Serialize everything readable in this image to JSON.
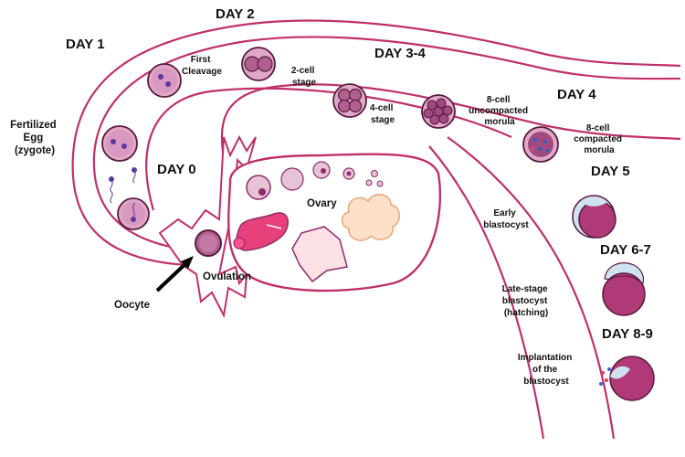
{
  "days": {
    "d0": "DAY 0",
    "d1": "DAY 1",
    "d2": "DAY 2",
    "d34": "DAY 3-4",
    "d4": "DAY 4",
    "d5": "DAY 5",
    "d67": "DAY 6-7",
    "d89": "DAY 8-9"
  },
  "labels": {
    "fertilized": [
      "Fertilized",
      "Egg",
      "(zygote)"
    ],
    "first_cleavage": [
      "First",
      "Cleavage"
    ],
    "two_cell": [
      "2-cell",
      "stage"
    ],
    "four_cell": [
      "4-cell",
      "stage"
    ],
    "eight_cell_uncompacted": [
      "8-cell",
      "uncompacted",
      "morula"
    ],
    "eight_cell_compacted": [
      "8-cell",
      "compacted",
      "morula"
    ],
    "ovary": "Ovary",
    "ovulation": "Ovulation",
    "oocyte": "Oocyte",
    "early_blastocyst": [
      "Early",
      "blastocyst"
    ],
    "late_blastocyst": [
      "Late-stage",
      "blastocyst",
      "(hatching)"
    ],
    "implantation": [
      "Implantation",
      "of the",
      "blastocyst"
    ]
  },
  "colors": {
    "outline": "#c0306a",
    "cell_fill": "#d9a0c4",
    "cell_dark": "#8e2a6e",
    "blastocyst": "#b03a78",
    "zona": "#cfe2f0",
    "follicle_fill": "#e7c3d6",
    "ovary_pink": "#e8407a"
  }
}
